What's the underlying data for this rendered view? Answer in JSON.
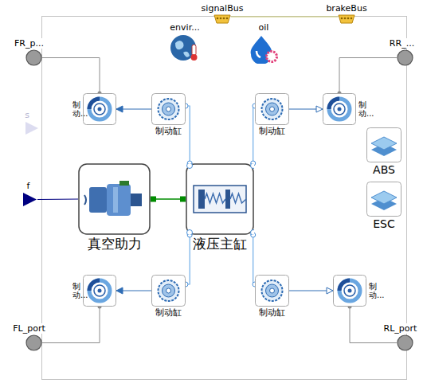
{
  "diagram": {
    "nodes": [
      {
        "text": [
          "signalBus"
        ]
      },
      {
        "text": [
          "brakeBus"
        ]
      },
      {
        "text": [
          "envir..."
        ]
      },
      {
        "text": [
          "oil"
        ]
      },
      {
        "text": [
          "FR_p..."
        ]
      },
      {
        "text": [
          "RR_..."
        ]
      },
      {
        "text": [
          "制动..."
        ]
      },
      {
        "text": [
          "制动缸"
        ]
      },
      {
        "text": [
          "制动缸"
        ]
      },
      {
        "text": [
          "制动..."
        ]
      },
      {
        "text": [
          "s"
        ]
      },
      {
        "text": [
          "ABS"
        ]
      },
      {
        "text": [
          "f"
        ]
      },
      {
        "text": [
          "真空助力"
        ]
      },
      {
        "text": [
          "液压主缸"
        ]
      },
      {
        "text": [
          "ESC"
        ]
      },
      {
        "text": [
          "制动..."
        ]
      },
      {
        "text": [
          "制动缸"
        ]
      },
      {
        "text": [
          "制动缸"
        ]
      },
      {
        "text": [
          "制动..."
        ]
      },
      {
        "text": [
          "FL_port"
        ]
      },
      {
        "text": [
          "RL_port"
        ]
      }
    ],
    "edges": [
      {
        "from": 0,
        "to": 1,
        "arrow": "none"
      },
      {
        "from": 4,
        "to": 6,
        "arrow": "none"
      },
      {
        "from": 7,
        "to": 6,
        "arrow": "to"
      },
      {
        "from": 7,
        "to": 14,
        "arrow": "none"
      },
      {
        "from": 8,
        "to": 14,
        "arrow": "none"
      },
      {
        "from": 8,
        "to": 9,
        "arrow": "to"
      },
      {
        "from": 5,
        "to": 9,
        "arrow": "none"
      },
      {
        "from": 12,
        "to": 13,
        "arrow": "none"
      },
      {
        "from": 13,
        "to": 14,
        "arrow": "none"
      },
      {
        "from": 14,
        "to": 17,
        "arrow": "none"
      },
      {
        "from": 14,
        "to": 18,
        "arrow": "none"
      },
      {
        "from": 17,
        "to": 16,
        "arrow": "to"
      },
      {
        "from": 18,
        "to": 19,
        "arrow": "to"
      },
      {
        "from": 20,
        "to": 16,
        "arrow": "none"
      },
      {
        "from": 21,
        "to": 19,
        "arrow": "none"
      }
    ]
  }
}
